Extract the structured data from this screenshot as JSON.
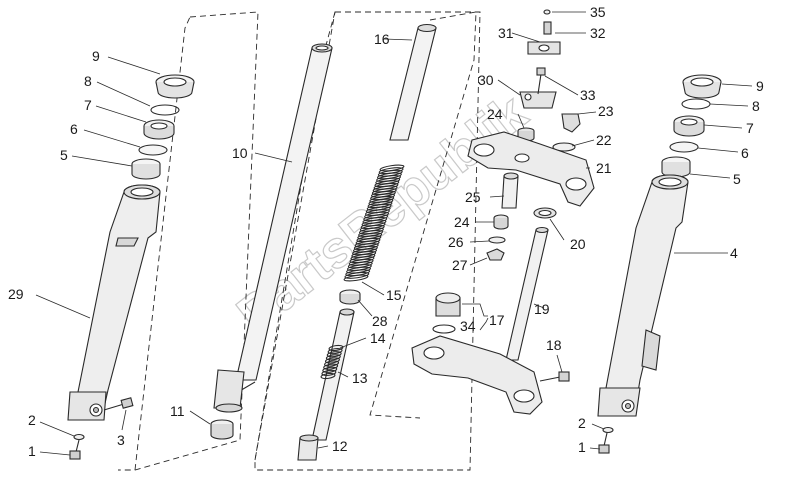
{
  "watermark": "PartsRepublik",
  "part_numbers": [
    "1",
    "2",
    "3",
    "4",
    "5",
    "6",
    "7",
    "8",
    "9",
    "10",
    "11",
    "12",
    "13",
    "14",
    "15",
    "16",
    "17",
    "18",
    "19",
    "20",
    "21",
    "22",
    "23",
    "24",
    "25",
    "26",
    "27",
    "28",
    "29",
    "30",
    "31",
    "32",
    "33",
    "34",
    "35"
  ],
  "labels": {
    "p1_left": "1",
    "p2_left": "2",
    "p3": "3",
    "p5_left": "5",
    "p6_left": "6",
    "p7_left": "7",
    "p8_left": "8",
    "p9_left": "9",
    "p29": "29",
    "p10": "10",
    "p11": "11",
    "p12": "12",
    "p13": "13",
    "p14": "14",
    "p15": "15",
    "p16": "16",
    "p28": "28",
    "p17": "17",
    "p18": "18",
    "p19": "19",
    "p20": "20",
    "p21": "21",
    "p22": "22",
    "p23": "23",
    "p24_top": "24",
    "p24_mid": "24",
    "p25": "25",
    "p26": "26",
    "p27": "27",
    "p30": "30",
    "p31": "31",
    "p32": "32",
    "p33": "33",
    "p34": "34",
    "p35": "35",
    "p4": "4",
    "p5_right": "5",
    "p6_right": "6",
    "p7_right": "7",
    "p8_right": "8",
    "p9_right": "9",
    "p1_right": "1",
    "p2_right": "2"
  }
}
